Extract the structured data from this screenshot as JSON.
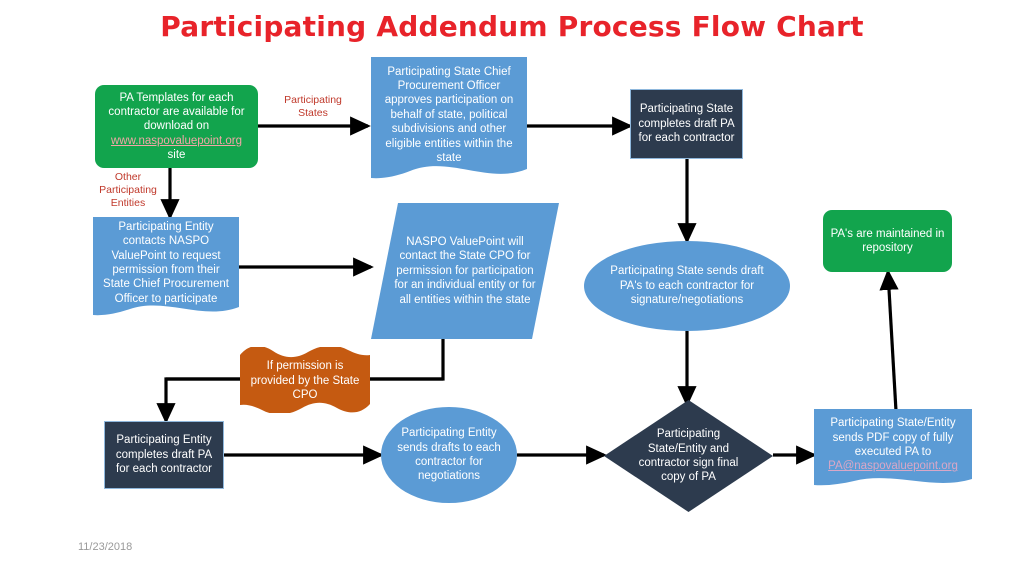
{
  "title": "Participating Addendum Process Flow Chart",
  "footer": {
    "date": "11/23/2018"
  },
  "colors": {
    "title_red": "#E8232A",
    "green": "#12A44D",
    "blue": "#5B9BD5",
    "navy": "#2D3B4E",
    "orange": "#C55A11",
    "label_red": "#C0392B",
    "background": "#FFFFFF"
  },
  "nodes": {
    "pa_templates": {
      "shape": "rounded-rectangle",
      "color": "green",
      "line1": "PA Templates for each",
      "line2": "contractor are available for",
      "line3_prefix": "download on ",
      "link": "www.naspovaluepoint.org",
      "line3_suffix": " site"
    },
    "state_cpo_approves": {
      "shape": "document",
      "color": "blue",
      "text": "Participating State Chief Procurement Officer approves participation on behalf of state, political subdivisions and other eligible entities within the state"
    },
    "state_completes_draft": {
      "shape": "rectangle",
      "color": "navy",
      "text": "Participating State completes draft PA for each contractor"
    },
    "entity_contacts_naspo": {
      "shape": "document",
      "color": "blue",
      "text": "Participating Entity contacts NASPO ValuePoint to request permission from their State Chief Procurement Officer to participate"
    },
    "naspo_will_contact": {
      "shape": "parallelogram",
      "color": "blue",
      "text": "NASPO ValuePoint will contact the State CPO for permission for participation for an individual entity or for all entities within the state"
    },
    "state_sends_drafts": {
      "shape": "ellipse",
      "color": "blue",
      "text": "Participating State sends draft PA's to each contractor for signature/negotiations"
    },
    "pas_maintained": {
      "shape": "rounded-rectangle",
      "color": "green",
      "text": "PA's are maintained in repository"
    },
    "if_permission": {
      "shape": "wave-banner",
      "color": "orange",
      "text": "If permission is provided by  the State CPO"
    },
    "entity_completes_draft": {
      "shape": "rectangle",
      "color": "navy",
      "text": "Participating Entity completes draft PA for each contractor"
    },
    "entity_sends_drafts": {
      "shape": "ellipse",
      "color": "blue",
      "text": "Participating Entity sends drafts to each contractor for negotiations"
    },
    "sign_final_copy": {
      "shape": "diamond",
      "color": "navy",
      "text": "Participating State/Entity and contractor sign final copy of PA"
    },
    "sends_pdf_copy": {
      "shape": "document",
      "color": "blue",
      "line1": "Participating State/Entity",
      "line2": "sends PDF copy of fully",
      "line3": "executed PA to",
      "email": "PA@naspovaluepoint.org"
    }
  },
  "edge_labels": {
    "participating_states": "Participating\nStates",
    "participating_states_l1": "Participating",
    "participating_states_l2": "States",
    "other_entities_l1": "Other",
    "other_entities_l2": "Participating",
    "other_entities_l3": "Entities"
  }
}
